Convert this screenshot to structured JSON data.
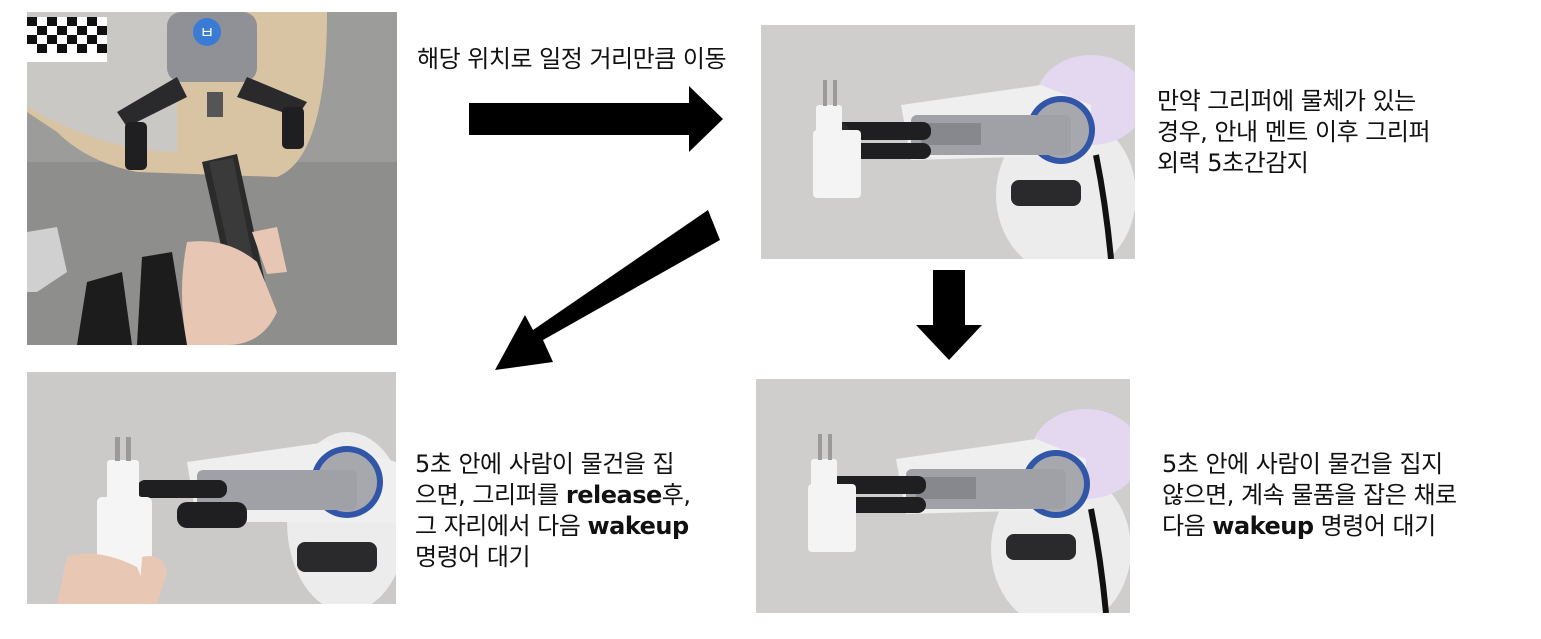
{
  "steps": {
    "move": {
      "text": "해당 위치로 일정 거리만큼 이동"
    },
    "detect": {
      "line1": "만약 그리퍼에 물체가 있는",
      "line2": "경우, 안내 멘트 이후 그리퍼",
      "line3": "외력 5초간감지"
    },
    "release": {
      "line1": "5초 안에 사람이 물건을 집",
      "line2_pre": "으면, 그리퍼를 ",
      "line2_bold": "release",
      "line2_post": "후,",
      "line3_pre": "그 자리에서 다음 ",
      "line3_bold": "wakeup",
      "line4": "명령어 대기"
    },
    "keep": {
      "line1": "5초 안에 사람이 물건을 집지",
      "line2": "않으면, 계속 물품을 잡은 채로",
      "line3_pre": "다음 ",
      "line3_bold": "wakeup",
      "line3_post": " 명령어 대기"
    }
  },
  "photos": {
    "logo_glyph": "ㅂ"
  },
  "colors": {
    "arrow": "#000000",
    "photo_background": "#c9c8c6",
    "gripper_metal": "#8f9196",
    "gripper_pad": "#1f1f21",
    "joint_ring": "#3156a8"
  }
}
